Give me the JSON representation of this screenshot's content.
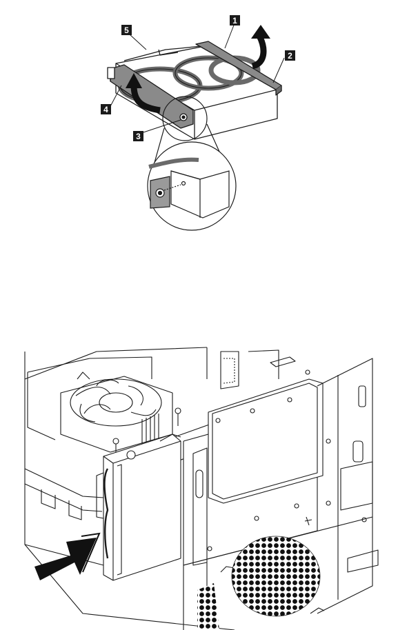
{
  "callouts": [
    {
      "id": "1",
      "label": "1"
    },
    {
      "id": "2",
      "label": "2"
    },
    {
      "id": "3",
      "label": "3"
    },
    {
      "id": "4",
      "label": "4"
    },
    {
      "id": "5",
      "label": "5"
    }
  ],
  "colors": {
    "line": "#1a1a1a",
    "callout_bg": "#1a1a1a",
    "callout_fg": "#ffffff",
    "arrow": "#111111",
    "rail": "#7a7a7a"
  },
  "icons": [
    "curved-arrow-icon",
    "insert-arrow-icon",
    "fan-icon",
    "vent-grille-icon"
  ]
}
